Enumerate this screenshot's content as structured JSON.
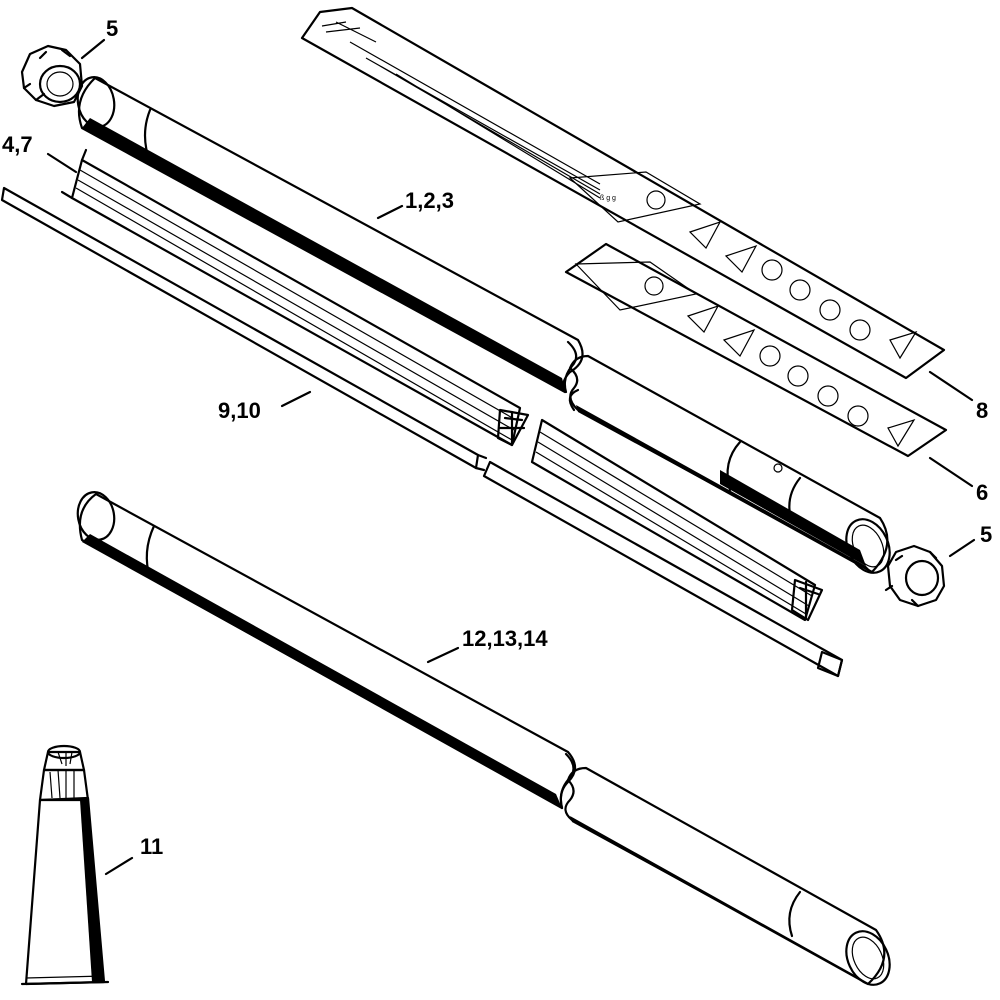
{
  "diagram": {
    "callouts": {
      "c5_top": "5",
      "c47": "4,7",
      "c123": "1,2,3",
      "c910": "9,10",
      "c8": "8",
      "c6": "6",
      "c5_right": "5",
      "c121314": "12,13,14",
      "c11": "11"
    },
    "colors": {
      "ink": "#000000",
      "paper": "#ffffff"
    }
  }
}
